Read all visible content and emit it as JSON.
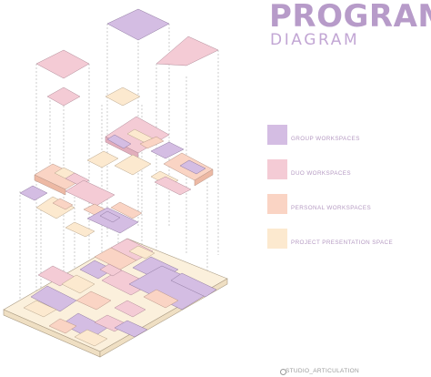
{
  "title": "PROGRAM",
  "subtitle": "DIAGRAM",
  "legend": [
    {
      "label": "GROUP WORKSPACES",
      "color": "#d4bde3"
    },
    {
      "label": "DUO WORKSPACES",
      "color": "#f4cbd5"
    },
    {
      "label": "PERSONAL WORKSPACES",
      "color": "#fad4c4"
    },
    {
      "label": "PROJECT PRESENTATION SPACE",
      "color": "#fce9cf"
    }
  ],
  "credit": "STUDIO_ARTICULATION",
  "colors": {
    "group": "#d4bde3",
    "duo": "#f4cbd5",
    "personal": "#fad4c4",
    "presentation": "#fce9cf",
    "base": "#fbf0dc",
    "title": "#b79bc9",
    "guide": "#9a9a9a"
  }
}
